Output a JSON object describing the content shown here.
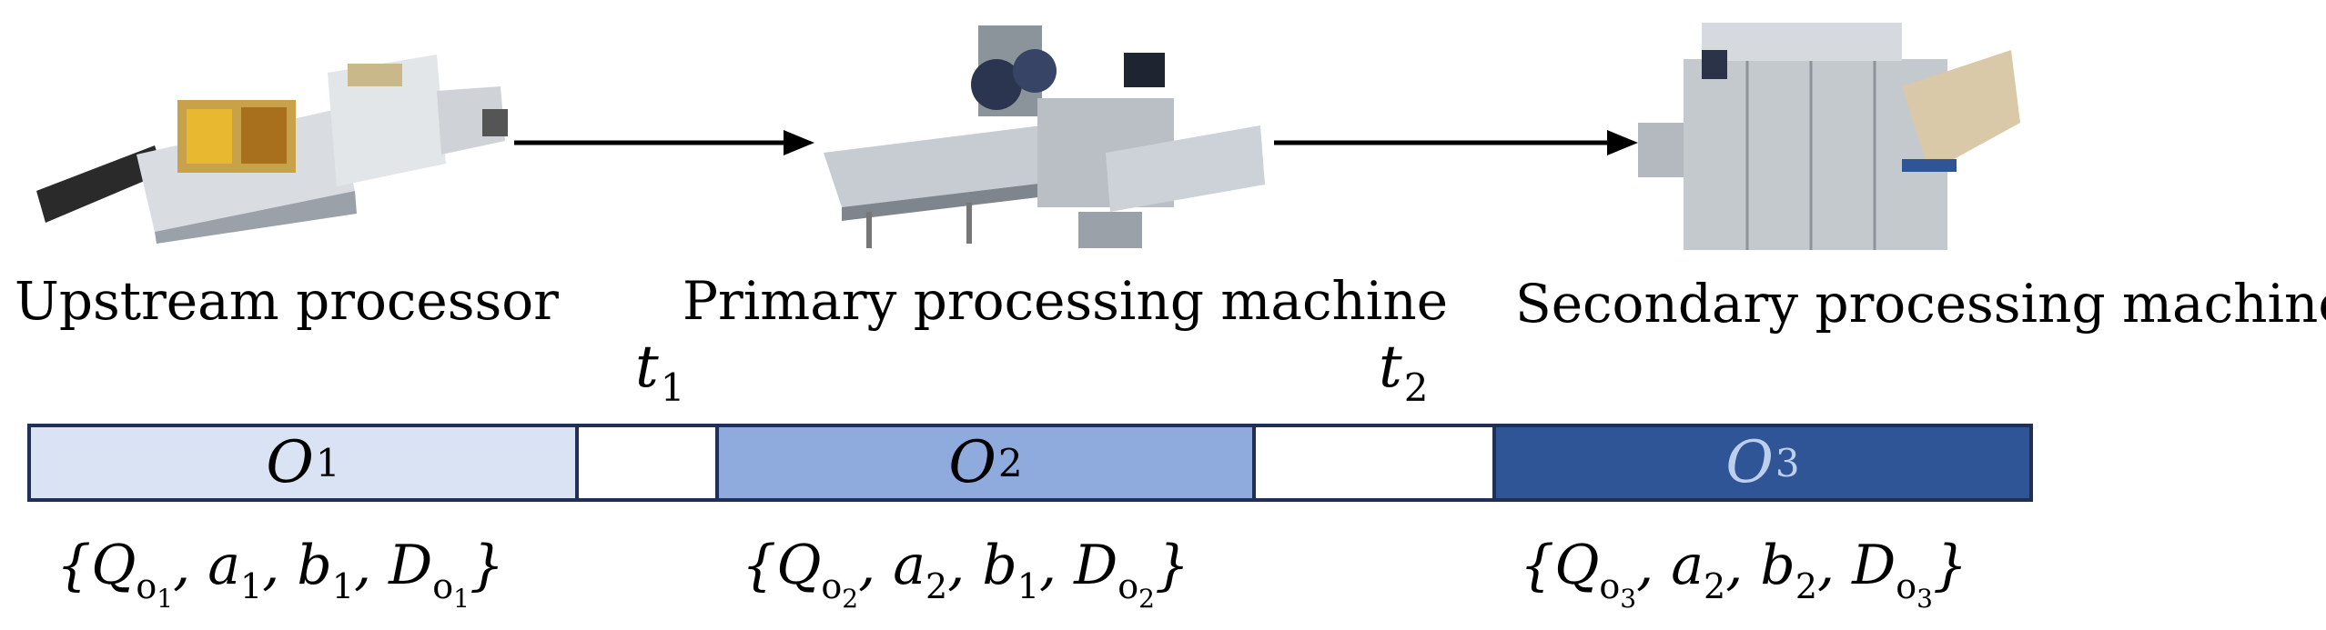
{
  "machines": [
    {
      "label": "Upstream processor",
      "icon": "oven-conveyor-icon"
    },
    {
      "label": "Primary processing machine",
      "icon": "flow-wrapper-icon"
    },
    {
      "label": "Secondary processing machine",
      "icon": "cartoner-icon"
    }
  ],
  "transitions": [
    {
      "symbol": "t",
      "index": "1"
    },
    {
      "symbol": "t",
      "index": "2"
    }
  ],
  "operations": [
    {
      "symbol": "O",
      "index": "1",
      "color": "#dae3f3"
    },
    {
      "symbol": "O",
      "index": "2",
      "color": "#8faadc"
    },
    {
      "symbol": "O",
      "index": "3",
      "color": "#2f5597"
    }
  ],
  "gap_color": "#ffffff",
  "parameters": [
    {
      "open": "{",
      "Q": "Q",
      "Qsub": "o",
      "Qsubsub": "1",
      "a": "a",
      "asub": "1",
      "b": "b",
      "bsub": "1",
      "D": "D",
      "Dsub": "o",
      "Dsubsub": "1",
      "close": "}"
    },
    {
      "open": "{",
      "Q": "Q",
      "Qsub": "o",
      "Qsubsub": "2",
      "a": "a",
      "asub": "2",
      "b": "b",
      "bsub": "1",
      "D": "D",
      "Dsub": "o",
      "Dsubsub": "2",
      "close": "}"
    },
    {
      "open": "{",
      "Q": "Q",
      "Qsub": "o",
      "Qsubsub": "3",
      "a": "a",
      "asub": "2",
      "b": "b",
      "bsub": "2",
      "D": "D",
      "Dsub": "o",
      "Dsubsub": "3",
      "close": "}"
    }
  ]
}
